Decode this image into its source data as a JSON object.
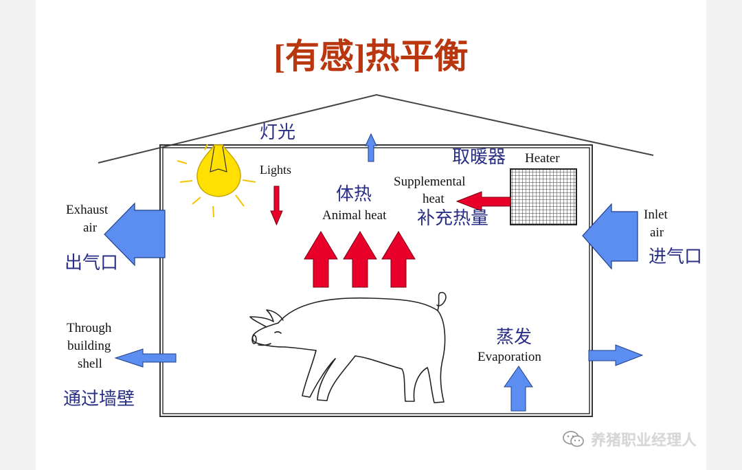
{
  "title": {
    "open": "[",
    "text": "有感",
    "close": "]",
    "rest": "热平衡"
  },
  "labels": {
    "lights_cn": "灯光",
    "lights_en": "Lights",
    "heater_cn": "取暖器",
    "heater_en": "Heater",
    "supp_en_1": "Supplemental",
    "supp_en_2": "heat",
    "supp_cn": "补充热量",
    "animal_cn": "体热",
    "animal_en": "Animal heat",
    "exhaust_en_1": "Exhaust",
    "exhaust_en_2": "air",
    "exhaust_cn": "出气口",
    "inlet_en_1": "Inlet",
    "inlet_en_2": "air",
    "inlet_cn": "进气口",
    "shell_en_1": "Through",
    "shell_en_2": "building",
    "shell_en_3": "shell",
    "shell_cn": "通过墙壁",
    "evap_cn": "蒸发",
    "evap_en": "Evaporation"
  },
  "watermark": {
    "text": "养猪职业经理人",
    "icon": "wechat-icon"
  },
  "colors": {
    "title": "#b9360f",
    "red_arrow": "#e8002a",
    "blue_arrow": "#5b8ef0",
    "chinese_text": "#2a2f86",
    "bulb": "#ffe000"
  }
}
